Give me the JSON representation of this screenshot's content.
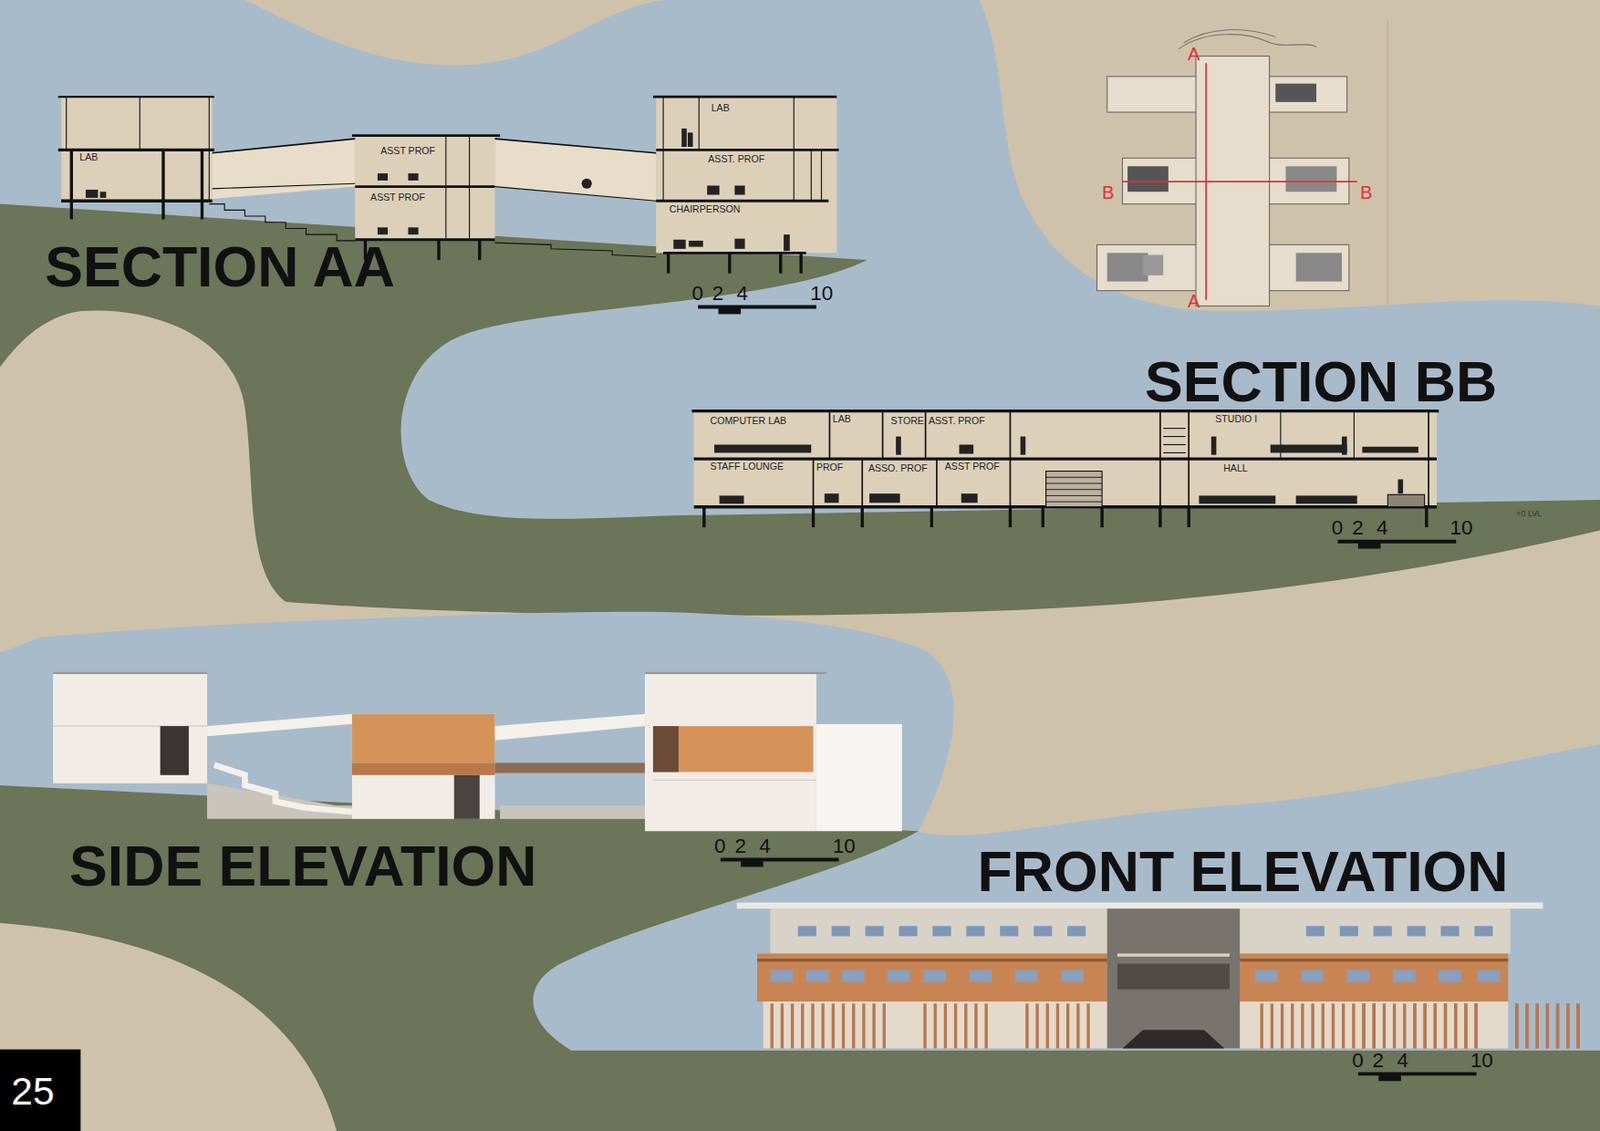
{
  "diagram": {
    "labels": [
      "SECTION AA",
      "LAB",
      "LAB",
      "ASST PROF",
      "ASST PROF",
      "ASST. PROF",
      "CHAIRPERSON",
      "0",
      "2",
      "4",
      "10",
      "A",
      "A",
      "B",
      "B",
      "SECTION BB",
      "COMPUTER LAB",
      "LAB",
      "STORE",
      "ASST. PROF",
      "STAFF LOUNGE",
      "PROF",
      "ASSO. PROF",
      "ASST PROF",
      "STUDIO I",
      "HALL",
      "+0 LVL",
      "0",
      "2",
      "4",
      "10",
      "SIDE ELEVATION",
      "0",
      "2",
      "4",
      "10",
      "FRONT ELEVATION",
      "0",
      "2",
      "4",
      "10",
      "25"
    ]
  }
}
